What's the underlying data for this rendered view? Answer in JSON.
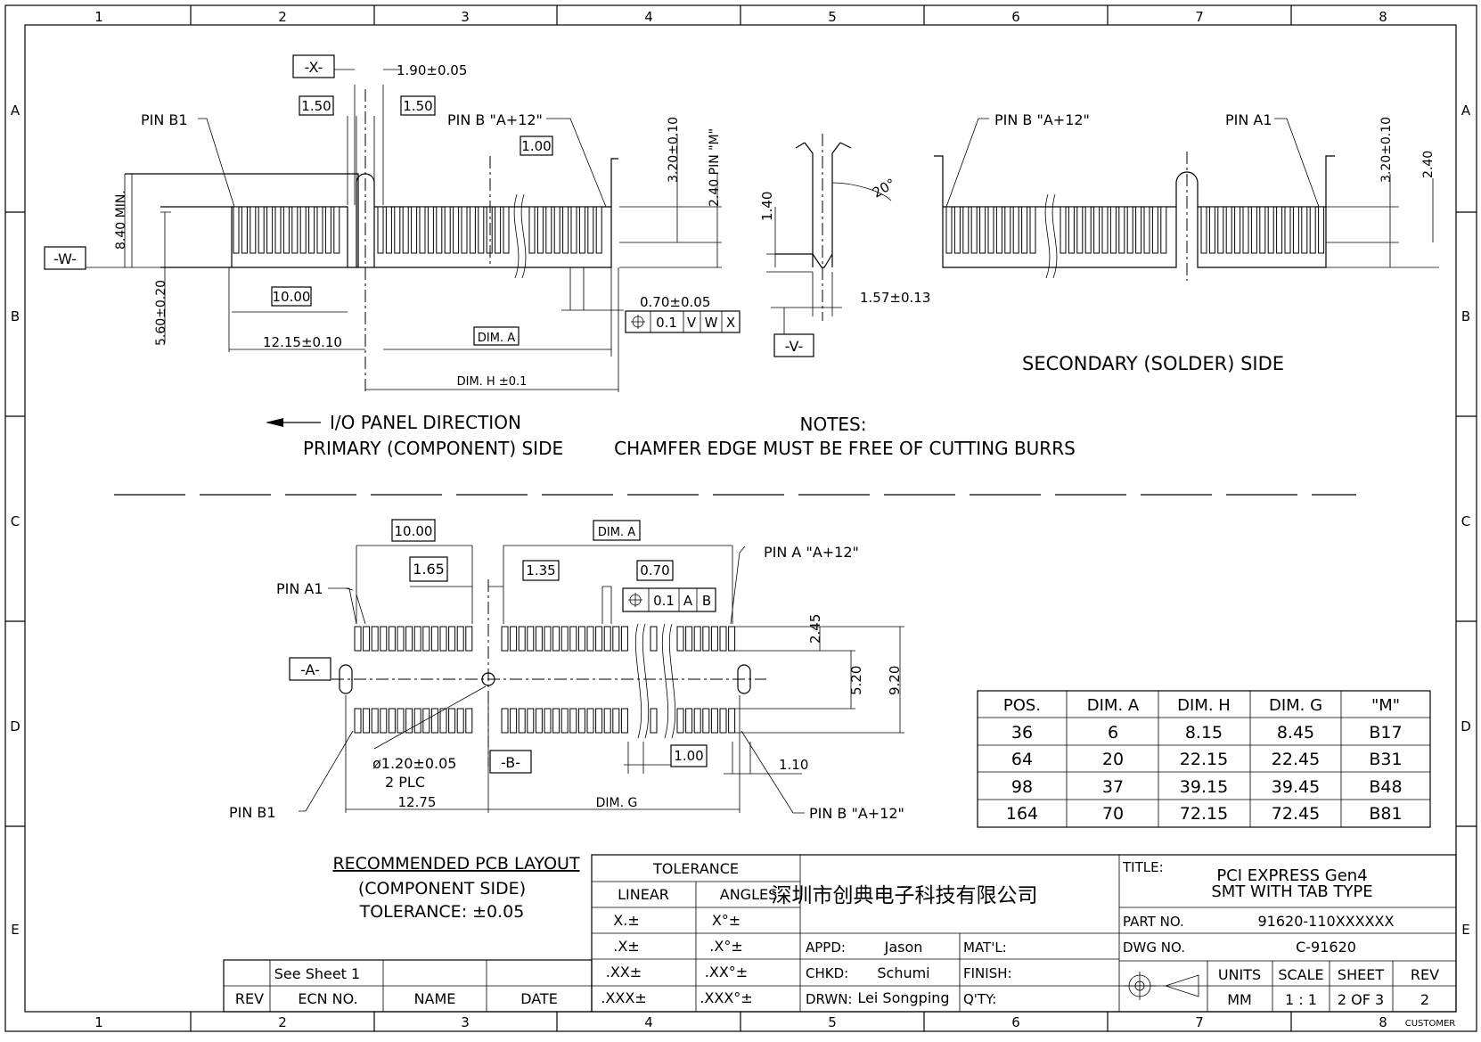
{
  "frame": {
    "columns": [
      "1",
      "2",
      "3",
      "4",
      "5",
      "6",
      "7",
      "8"
    ],
    "rows": [
      "A",
      "B",
      "C",
      "D",
      "E"
    ]
  },
  "primary_view": {
    "datum_x": "-X-",
    "dim_190": "1.90±0.05",
    "dim_150_left": "1.50",
    "dim_150_right": "1.50",
    "pin_b1": "PIN B1",
    "pin_b_a12": "PIN B \"A+12\"",
    "dim_100": "1.00",
    "dim_320": "3.20±0.10",
    "dim_240_pin_m": "2.40 PIN \"M\"",
    "dim_840": "8.40 MIN.",
    "datum_w": "-W-",
    "dim_560": "5.60±0.20",
    "dim_1000": "10.00",
    "dim_1215": "12.15±0.10",
    "dim_a": "DIM. A",
    "dim_h": "DIM. H ±0.1",
    "dim_070": "0.70±0.05",
    "fcf": [
      "0.1",
      "V",
      "W",
      "X"
    ],
    "io_direction": "I/O PANEL DIRECTION",
    "primary_side": "PRIMARY (COMPONENT) SIDE"
  },
  "side_view": {
    "dim_140": "1.40",
    "angle": "20°",
    "dim_157": "1.57±0.13",
    "datum_v": "-V-"
  },
  "secondary_view": {
    "pin_b_a12": "PIN B \"A+12\"",
    "pin_a1": "PIN A1",
    "dim_320": "3.20±0.10",
    "dim_240": "2.40",
    "label": "SECONDARY (SOLDER) SIDE"
  },
  "notes": {
    "title": "NOTES:",
    "text": "CHAMFER EDGE MUST BE FREE OF CUTTING BURRS"
  },
  "pcb_layout": {
    "dim_1000": "10.00",
    "dim_a": "DIM. A",
    "dim_165": "1.65",
    "dim_135": "1.35",
    "dim_070": "0.70",
    "fcf": [
      "0.1",
      "A",
      "B"
    ],
    "pin_a1": "PIN A1",
    "pin_a_a12": "PIN A \"A+12\"",
    "datum_a": "-A-",
    "datum_b": "-B-",
    "dim_245": "2.45",
    "dim_520": "5.20",
    "dim_920": "9.20",
    "hole": "ø1.20±0.05",
    "hole_count": "2 PLC",
    "dim_100": "1.00",
    "dim_110": "1.10",
    "pin_b1": "PIN B1",
    "dim_1275": "12.75",
    "dim_g": "DIM. G",
    "pin_b_a12": "PIN B \"A+12\"",
    "caption": "RECOMMENDED PCB LAYOUT",
    "caption2": "(COMPONENT SIDE)",
    "tolerance": "TOLERANCE: ±0.05"
  },
  "dim_table": {
    "headers": [
      "POS.",
      "DIM. A",
      "DIM. H",
      "DIM. G",
      "\"M\""
    ],
    "rows": [
      [
        "36",
        "6",
        "8.15",
        "8.45",
        "B17"
      ],
      [
        "64",
        "20",
        "22.15",
        "22.45",
        "B31"
      ],
      [
        "98",
        "37",
        "39.15",
        "39.45",
        "B48"
      ],
      [
        "164",
        "70",
        "72.15",
        "72.45",
        "B81"
      ]
    ]
  },
  "title_block": {
    "tolerance": "TOLERANCE",
    "linear": "LINEAR",
    "angles": "ANGLES",
    "lin_rows": [
      "X.±",
      ".X±",
      ".XX±",
      ".XXX±"
    ],
    "ang_rows": [
      "X°±",
      ".X°±",
      ".XX°±",
      ".XXX°±"
    ],
    "company": "深圳市创典电子科技有限公司",
    "appd_label": "APPD:",
    "appd": "Jason",
    "chkd_label": "CHKD:",
    "chkd": "Schumi",
    "drwn_label": "DRWN:",
    "drwn": "Lei Songping",
    "matl": "MAT'L:",
    "finish": "FINISH:",
    "qty": "Q'TY:",
    "title_label": "TITLE:",
    "title1": "PCI EXPRESS Gen4",
    "title2": "SMT WITH TAB TYPE",
    "part_label": "PART NO.",
    "part": "91620-110XXXXXX",
    "dwg_label": "DWG NO.",
    "dwg": "C-91620",
    "units_label": "UNITS",
    "units": "MM",
    "scale_label": "SCALE",
    "scale": "1 : 1",
    "sheet_label": "SHEET",
    "sheet": "2 OF 3",
    "rev_label": "REV",
    "rev": "2",
    "customer": "CUSTOMER"
  },
  "revision_block": {
    "see_sheet": "See Sheet 1",
    "rev": "REV",
    "ecn": "ECN NO.",
    "name": "NAME",
    "date": "DATE"
  }
}
